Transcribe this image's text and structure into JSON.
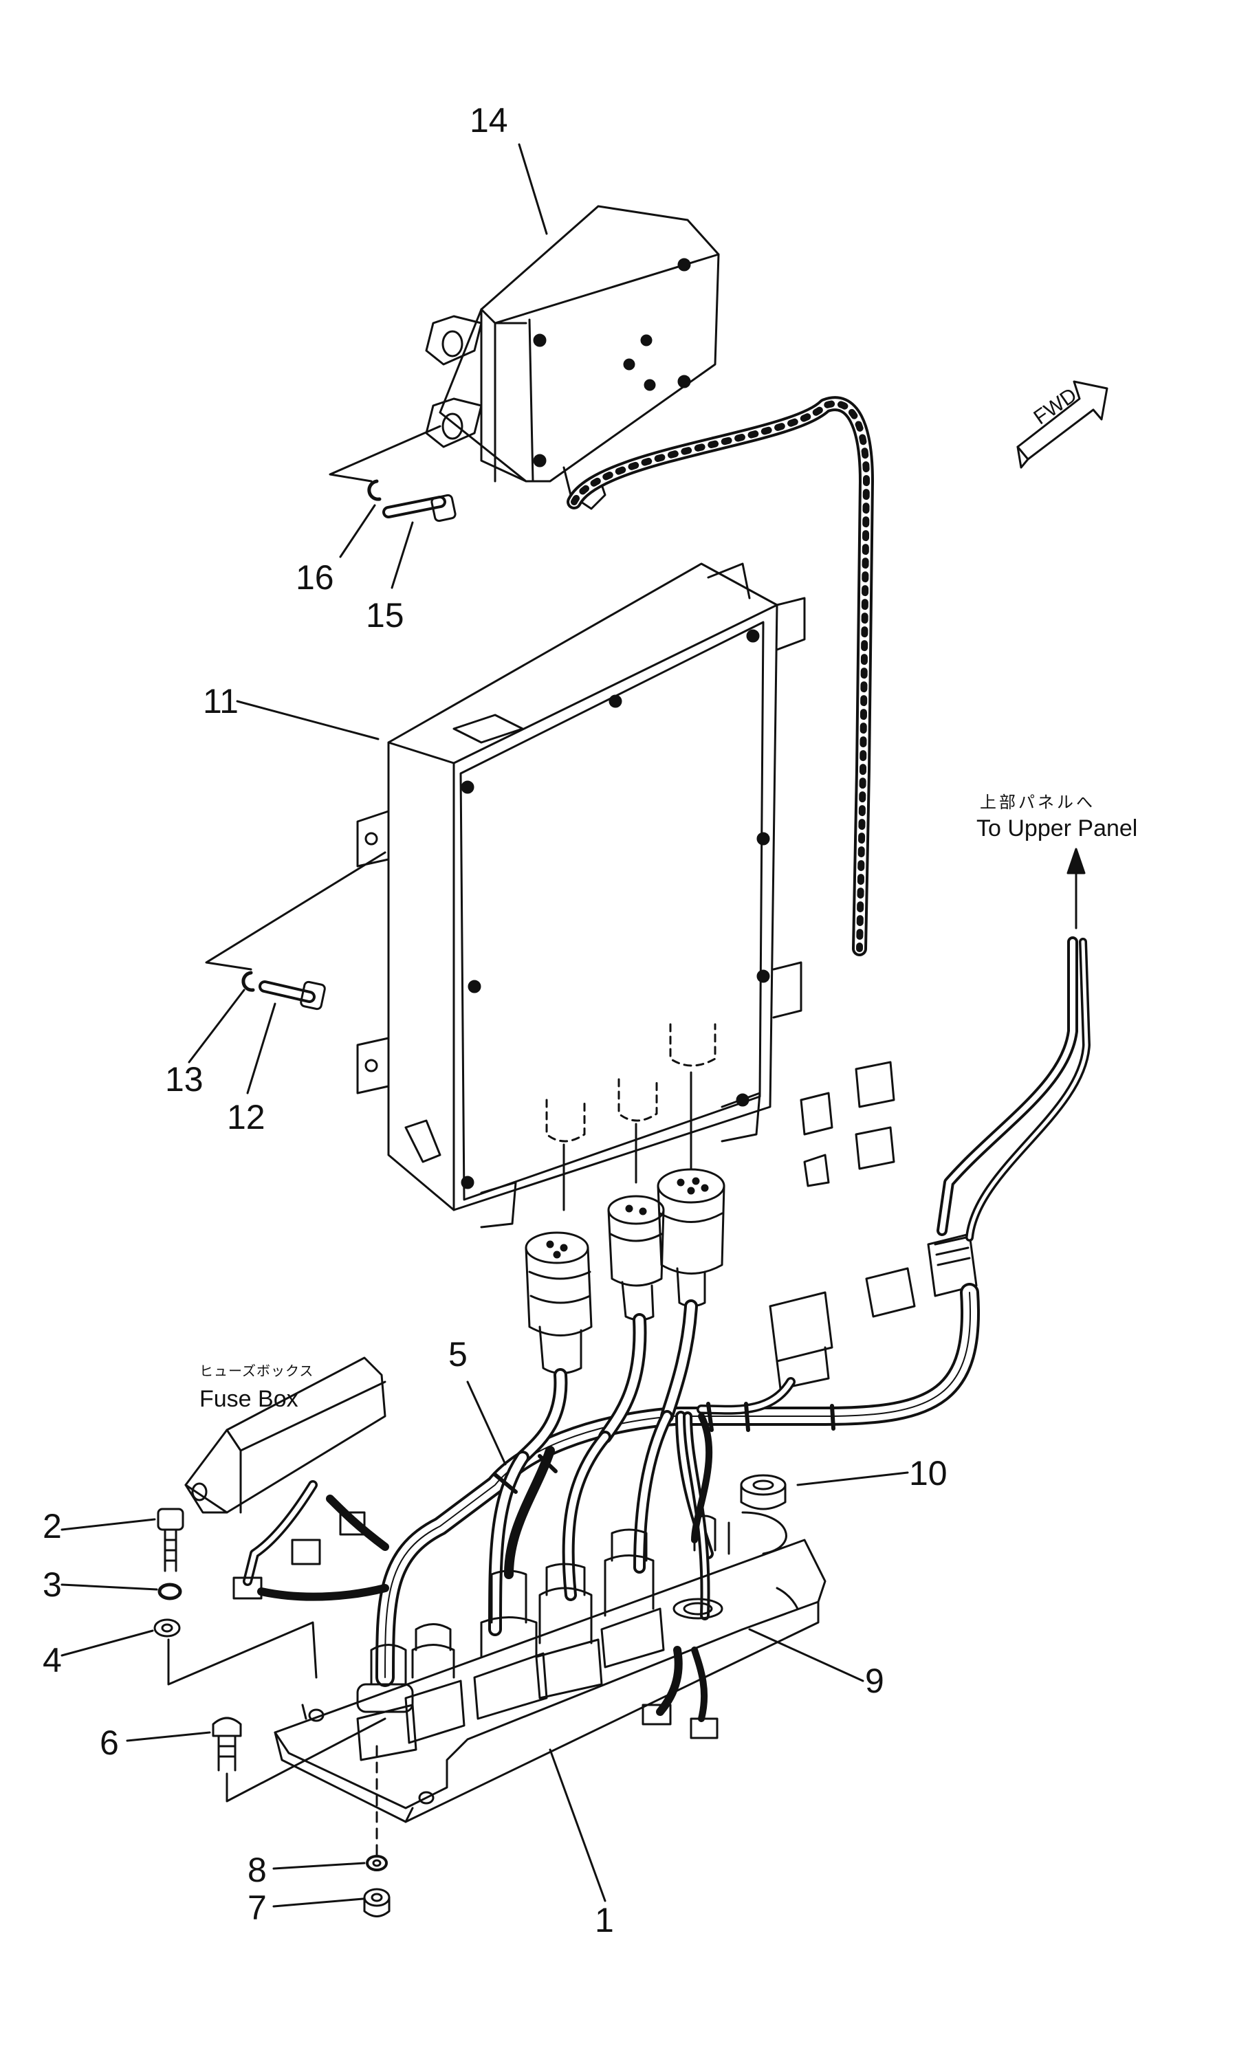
{
  "callouts": {
    "c1": "1",
    "c2": "2",
    "c3": "3",
    "c4": "4",
    "c5": "5",
    "c6": "6",
    "c7": "7",
    "c8": "8",
    "c9": "9",
    "c10": "10",
    "c11": "11",
    "c12": "12",
    "c13": "13",
    "c14": "14",
    "c15": "15",
    "c16": "16"
  },
  "annotations": {
    "upper_panel_jp": "上部パネルへ",
    "upper_panel_en": "To Upper Panel",
    "fuse_box_jp": "ヒューズボックス",
    "fuse_box_en": "Fuse Box",
    "fwd_arrow": "FWD"
  }
}
